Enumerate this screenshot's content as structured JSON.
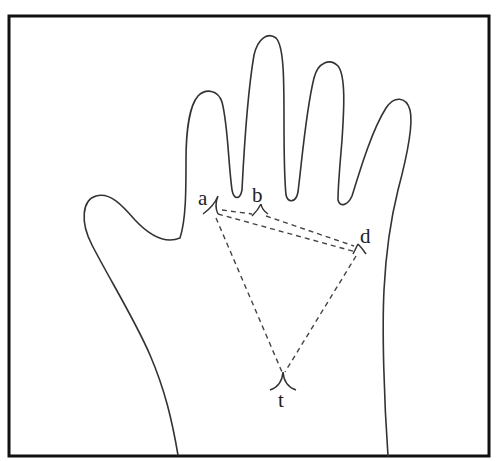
{
  "diagram": {
    "labels": [
      "a",
      "b",
      "d",
      "t"
    ]
  }
}
